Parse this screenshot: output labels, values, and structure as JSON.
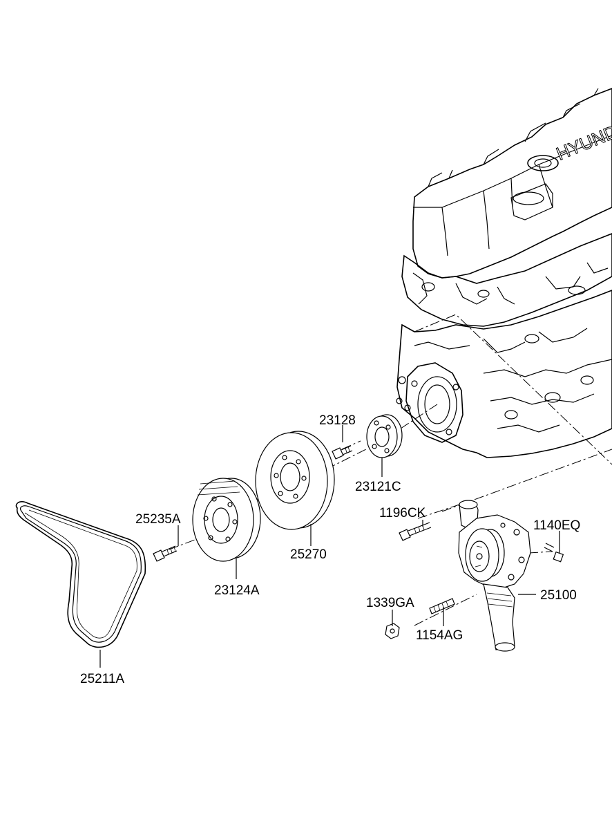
{
  "engine": {
    "logo_text": "HYUNDAI"
  },
  "parts": {
    "p23128": "23128",
    "p23121C": "23121C",
    "p25235A": "25235A",
    "p25270": "25270",
    "p23124A": "23124A",
    "p25211A": "25211A",
    "p1196CK": "1196CK",
    "p1140EQ": "1140EQ",
    "p25100": "25100",
    "p1339GA": "1339GA",
    "p1154AG": "1154AG"
  },
  "colors": {
    "line": "#000000",
    "background": "#ffffff"
  }
}
